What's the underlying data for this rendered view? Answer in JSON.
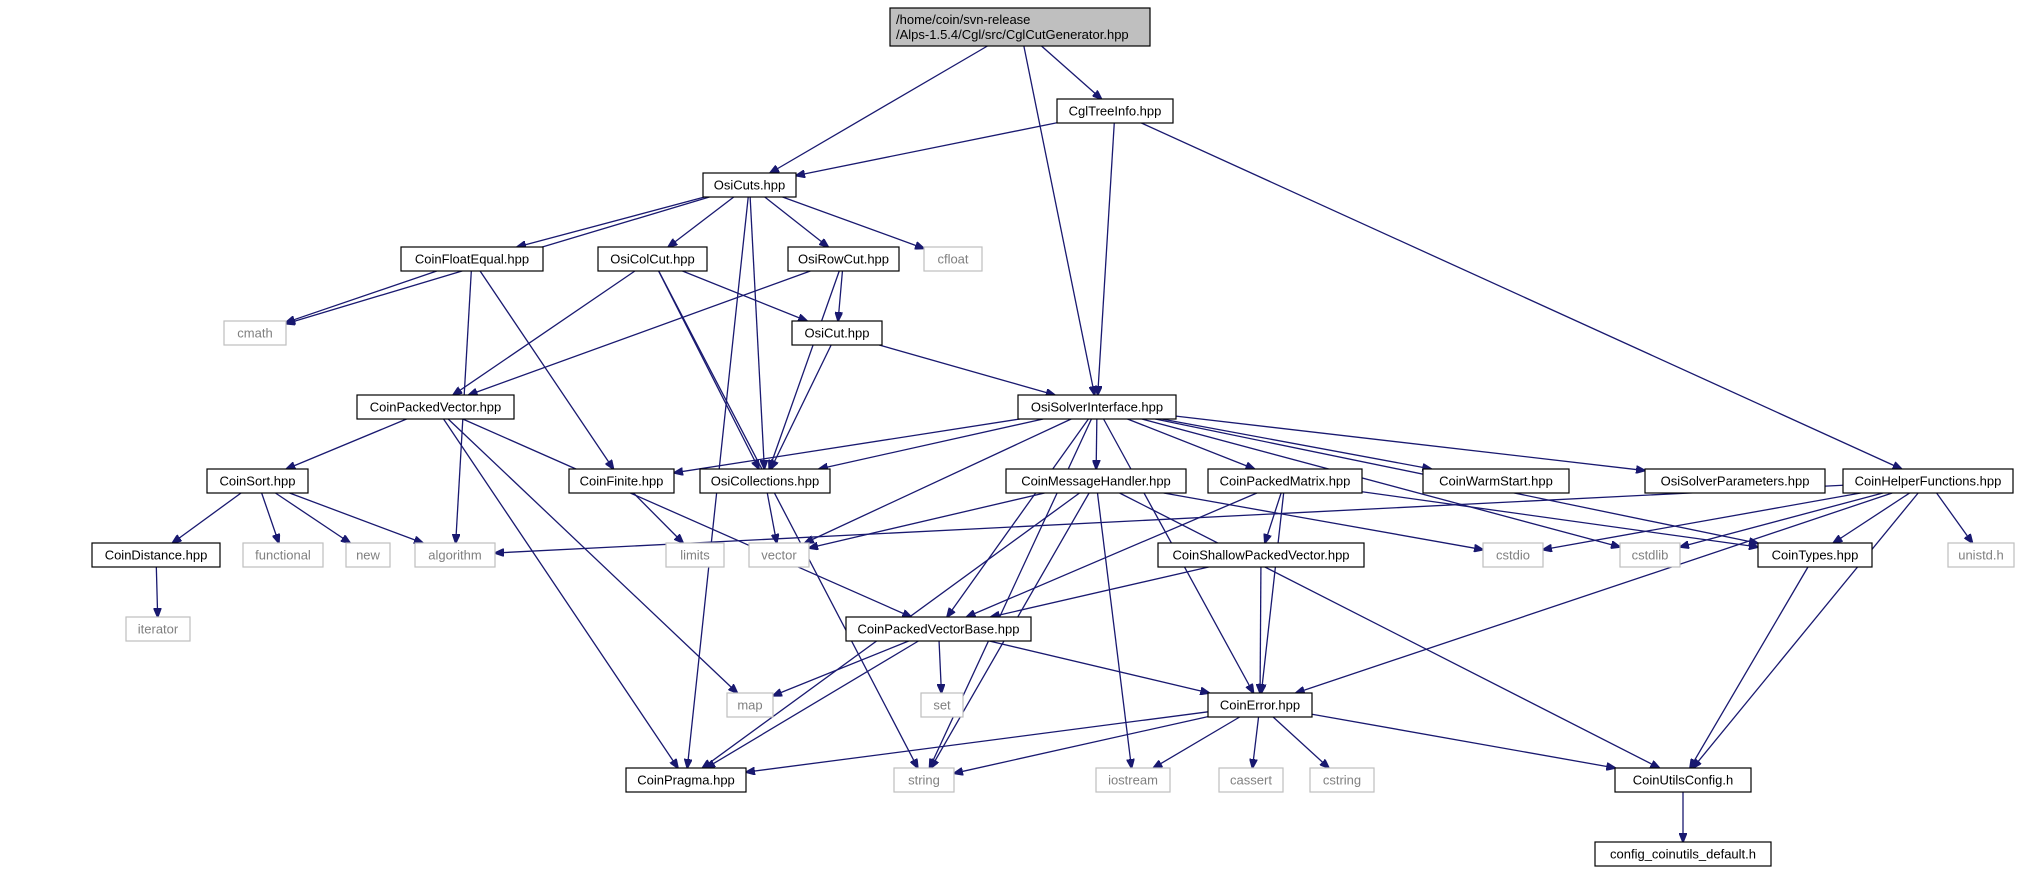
{
  "graph": {
    "edge_color": "#191970",
    "main_fill": "#bfbfbf",
    "system_border": "#bfbfbf",
    "nodes": [
      {
        "id": "CglCutGenerator",
        "kind": "main",
        "lines": [
          "/home/coin/svn-release",
          "/Alps-1.5.4/Cgl/src/CglCutGenerator.hpp"
        ]
      },
      {
        "id": "CglTreeInfo",
        "kind": "local",
        "lines": [
          "CglTreeInfo.hpp"
        ]
      },
      {
        "id": "OsiCuts",
        "kind": "local",
        "lines": [
          "OsiCuts.hpp"
        ]
      },
      {
        "id": "CoinFloatEqual",
        "kind": "local",
        "lines": [
          "CoinFloatEqual.hpp"
        ]
      },
      {
        "id": "OsiColCut",
        "kind": "local",
        "lines": [
          "OsiColCut.hpp"
        ]
      },
      {
        "id": "OsiRowCut",
        "kind": "local",
        "lines": [
          "OsiRowCut.hpp"
        ]
      },
      {
        "id": "cfloat",
        "kind": "system",
        "lines": [
          "cfloat"
        ]
      },
      {
        "id": "cmath",
        "kind": "system",
        "lines": [
          "cmath"
        ]
      },
      {
        "id": "OsiCut",
        "kind": "local",
        "lines": [
          "OsiCut.hpp"
        ]
      },
      {
        "id": "CoinPackedVector",
        "kind": "local",
        "lines": [
          "CoinPackedVector.hpp"
        ]
      },
      {
        "id": "OsiSolverInterface",
        "kind": "local",
        "lines": [
          "OsiSolverInterface.hpp"
        ]
      },
      {
        "id": "CoinSort",
        "kind": "local",
        "lines": [
          "CoinSort.hpp"
        ]
      },
      {
        "id": "CoinFinite",
        "kind": "local",
        "lines": [
          "CoinFinite.hpp"
        ]
      },
      {
        "id": "OsiCollections",
        "kind": "local",
        "lines": [
          "OsiCollections.hpp"
        ]
      },
      {
        "id": "CoinMessageHandler",
        "kind": "local",
        "lines": [
          "CoinMessageHandler.hpp"
        ]
      },
      {
        "id": "CoinPackedMatrix",
        "kind": "local",
        "lines": [
          "CoinPackedMatrix.hpp"
        ]
      },
      {
        "id": "CoinWarmStart",
        "kind": "local",
        "lines": [
          "CoinWarmStart.hpp"
        ]
      },
      {
        "id": "OsiSolverParameters",
        "kind": "local",
        "lines": [
          "OsiSolverParameters.hpp"
        ]
      },
      {
        "id": "CoinHelperFunctions",
        "kind": "local",
        "lines": [
          "CoinHelperFunctions.hpp"
        ]
      },
      {
        "id": "CoinDistance",
        "kind": "local",
        "lines": [
          "CoinDistance.hpp"
        ]
      },
      {
        "id": "functional",
        "kind": "system",
        "lines": [
          "functional"
        ]
      },
      {
        "id": "new",
        "kind": "system",
        "lines": [
          "new"
        ]
      },
      {
        "id": "algorithm",
        "kind": "system",
        "lines": [
          "algorithm"
        ]
      },
      {
        "id": "limits",
        "kind": "system",
        "lines": [
          "limits"
        ]
      },
      {
        "id": "vector",
        "kind": "system",
        "lines": [
          "vector"
        ]
      },
      {
        "id": "cstdio",
        "kind": "system",
        "lines": [
          "cstdio"
        ]
      },
      {
        "id": "cstdlib",
        "kind": "system",
        "lines": [
          "cstdlib"
        ]
      },
      {
        "id": "CoinTypes",
        "kind": "local",
        "lines": [
          "CoinTypes.hpp"
        ]
      },
      {
        "id": "unistd",
        "kind": "system",
        "lines": [
          "unistd.h"
        ]
      },
      {
        "id": "iterator",
        "kind": "system",
        "lines": [
          "iterator"
        ]
      },
      {
        "id": "CoinShallowPackedVector",
        "kind": "local",
        "lines": [
          "CoinShallowPackedVector.hpp"
        ]
      },
      {
        "id": "CoinPackedVectorBase",
        "kind": "local",
        "lines": [
          "CoinPackedVectorBase.hpp"
        ]
      },
      {
        "id": "map",
        "kind": "system",
        "lines": [
          "map"
        ]
      },
      {
        "id": "set",
        "kind": "system",
        "lines": [
          "set"
        ]
      },
      {
        "id": "CoinError",
        "kind": "local",
        "lines": [
          "CoinError.hpp"
        ]
      },
      {
        "id": "CoinPragma",
        "kind": "local",
        "lines": [
          "CoinPragma.hpp"
        ]
      },
      {
        "id": "string",
        "kind": "system",
        "lines": [
          "string"
        ]
      },
      {
        "id": "iostream",
        "kind": "system",
        "lines": [
          "iostream"
        ]
      },
      {
        "id": "cassert",
        "kind": "system",
        "lines": [
          "cassert"
        ]
      },
      {
        "id": "cstring",
        "kind": "system",
        "lines": [
          "cstring"
        ]
      },
      {
        "id": "CoinUtilsConfig",
        "kind": "local",
        "lines": [
          "CoinUtilsConfig.h"
        ]
      },
      {
        "id": "config_coinutils_default",
        "kind": "local",
        "lines": [
          "config_coinutils_default.h"
        ]
      }
    ],
    "edges": [
      [
        "CglCutGenerator",
        "OsiCuts"
      ],
      [
        "CglCutGenerator",
        "CglTreeInfo"
      ],
      [
        "CglCutGenerator",
        "OsiSolverInterface"
      ],
      [
        "CglTreeInfo",
        "OsiCuts"
      ],
      [
        "CglTreeInfo",
        "OsiSolverInterface"
      ],
      [
        "CglTreeInfo",
        "CoinHelperFunctions"
      ],
      [
        "OsiCuts",
        "CoinFloatEqual"
      ],
      [
        "OsiCuts",
        "OsiColCut"
      ],
      [
        "OsiCuts",
        "OsiRowCut"
      ],
      [
        "OsiCuts",
        "cfloat"
      ],
      [
        "OsiCuts",
        "cmath"
      ],
      [
        "OsiCuts",
        "OsiCollections"
      ],
      [
        "OsiCuts",
        "CoinPragma"
      ],
      [
        "CoinFloatEqual",
        "cmath"
      ],
      [
        "CoinFloatEqual",
        "algorithm"
      ],
      [
        "CoinFloatEqual",
        "CoinFinite"
      ],
      [
        "OsiColCut",
        "OsiCut"
      ],
      [
        "OsiColCut",
        "CoinPackedVector"
      ],
      [
        "OsiColCut",
        "OsiCollections"
      ],
      [
        "OsiColCut",
        "string"
      ],
      [
        "OsiRowCut",
        "OsiCut"
      ],
      [
        "OsiRowCut",
        "CoinPackedVector"
      ],
      [
        "OsiRowCut",
        "OsiCollections"
      ],
      [
        "OsiCut",
        "OsiCollections"
      ],
      [
        "OsiCut",
        "OsiSolverInterface"
      ],
      [
        "CoinPackedVector",
        "CoinSort"
      ],
      [
        "CoinPackedVector",
        "map"
      ],
      [
        "CoinPackedVector",
        "CoinPackedVectorBase"
      ],
      [
        "CoinPackedVector",
        "CoinPragma"
      ],
      [
        "CoinSort",
        "CoinDistance"
      ],
      [
        "CoinSort",
        "functional"
      ],
      [
        "CoinSort",
        "new"
      ],
      [
        "CoinSort",
        "algorithm"
      ],
      [
        "CoinDistance",
        "iterator"
      ],
      [
        "CoinFinite",
        "limits"
      ],
      [
        "OsiCollections",
        "vector"
      ],
      [
        "OsiSolverInterface",
        "CoinFinite"
      ],
      [
        "OsiSolverInterface",
        "OsiCollections"
      ],
      [
        "OsiSolverInterface",
        "vector"
      ],
      [
        "OsiSolverInterface",
        "string"
      ],
      [
        "OsiSolverInterface",
        "CoinMessageHandler"
      ],
      [
        "OsiSolverInterface",
        "CoinPackedVectorBase"
      ],
      [
        "OsiSolverInterface",
        "CoinPackedMatrix"
      ],
      [
        "OsiSolverInterface",
        "CoinWarmStart"
      ],
      [
        "OsiSolverInterface",
        "OsiSolverParameters"
      ],
      [
        "OsiSolverInterface",
        "cstdlib"
      ],
      [
        "OsiSolverInterface",
        "CoinTypes"
      ],
      [
        "OsiSolverInterface",
        "CoinError"
      ],
      [
        "CoinMessageHandler",
        "vector"
      ],
      [
        "CoinMessageHandler",
        "CoinPragma"
      ],
      [
        "CoinMessageHandler",
        "string"
      ],
      [
        "CoinMessageHandler",
        "iostream"
      ],
      [
        "CoinMessageHandler",
        "cstdio"
      ],
      [
        "CoinMessageHandler",
        "CoinUtilsConfig"
      ],
      [
        "CoinPackedMatrix",
        "CoinShallowPackedVector"
      ],
      [
        "CoinPackedMatrix",
        "CoinPackedVectorBase"
      ],
      [
        "CoinPackedMatrix",
        "CoinError"
      ],
      [
        "CoinPackedMatrix",
        "CoinTypes"
      ],
      [
        "CoinShallowPackedVector",
        "CoinPackedVectorBase"
      ],
      [
        "CoinShallowPackedVector",
        "CoinError"
      ],
      [
        "CoinPackedVectorBase",
        "map"
      ],
      [
        "CoinPackedVectorBase",
        "set"
      ],
      [
        "CoinPackedVectorBase",
        "CoinPragma"
      ],
      [
        "CoinPackedVectorBase",
        "CoinError"
      ],
      [
        "CoinHelperFunctions",
        "algorithm"
      ],
      [
        "CoinHelperFunctions",
        "cstdio"
      ],
      [
        "CoinHelperFunctions",
        "cstdlib"
      ],
      [
        "CoinHelperFunctions",
        "CoinTypes"
      ],
      [
        "CoinHelperFunctions",
        "unistd"
      ],
      [
        "CoinHelperFunctions",
        "CoinUtilsConfig"
      ],
      [
        "CoinHelperFunctions",
        "CoinError"
      ],
      [
        "CoinTypes",
        "CoinUtilsConfig"
      ],
      [
        "CoinError",
        "CoinPragma"
      ],
      [
        "CoinError",
        "string"
      ],
      [
        "CoinError",
        "iostream"
      ],
      [
        "CoinError",
        "cassert"
      ],
      [
        "CoinError",
        "cstring"
      ],
      [
        "CoinError",
        "CoinUtilsConfig"
      ],
      [
        "CoinUtilsConfig",
        "config_coinutils_default"
      ]
    ]
  }
}
